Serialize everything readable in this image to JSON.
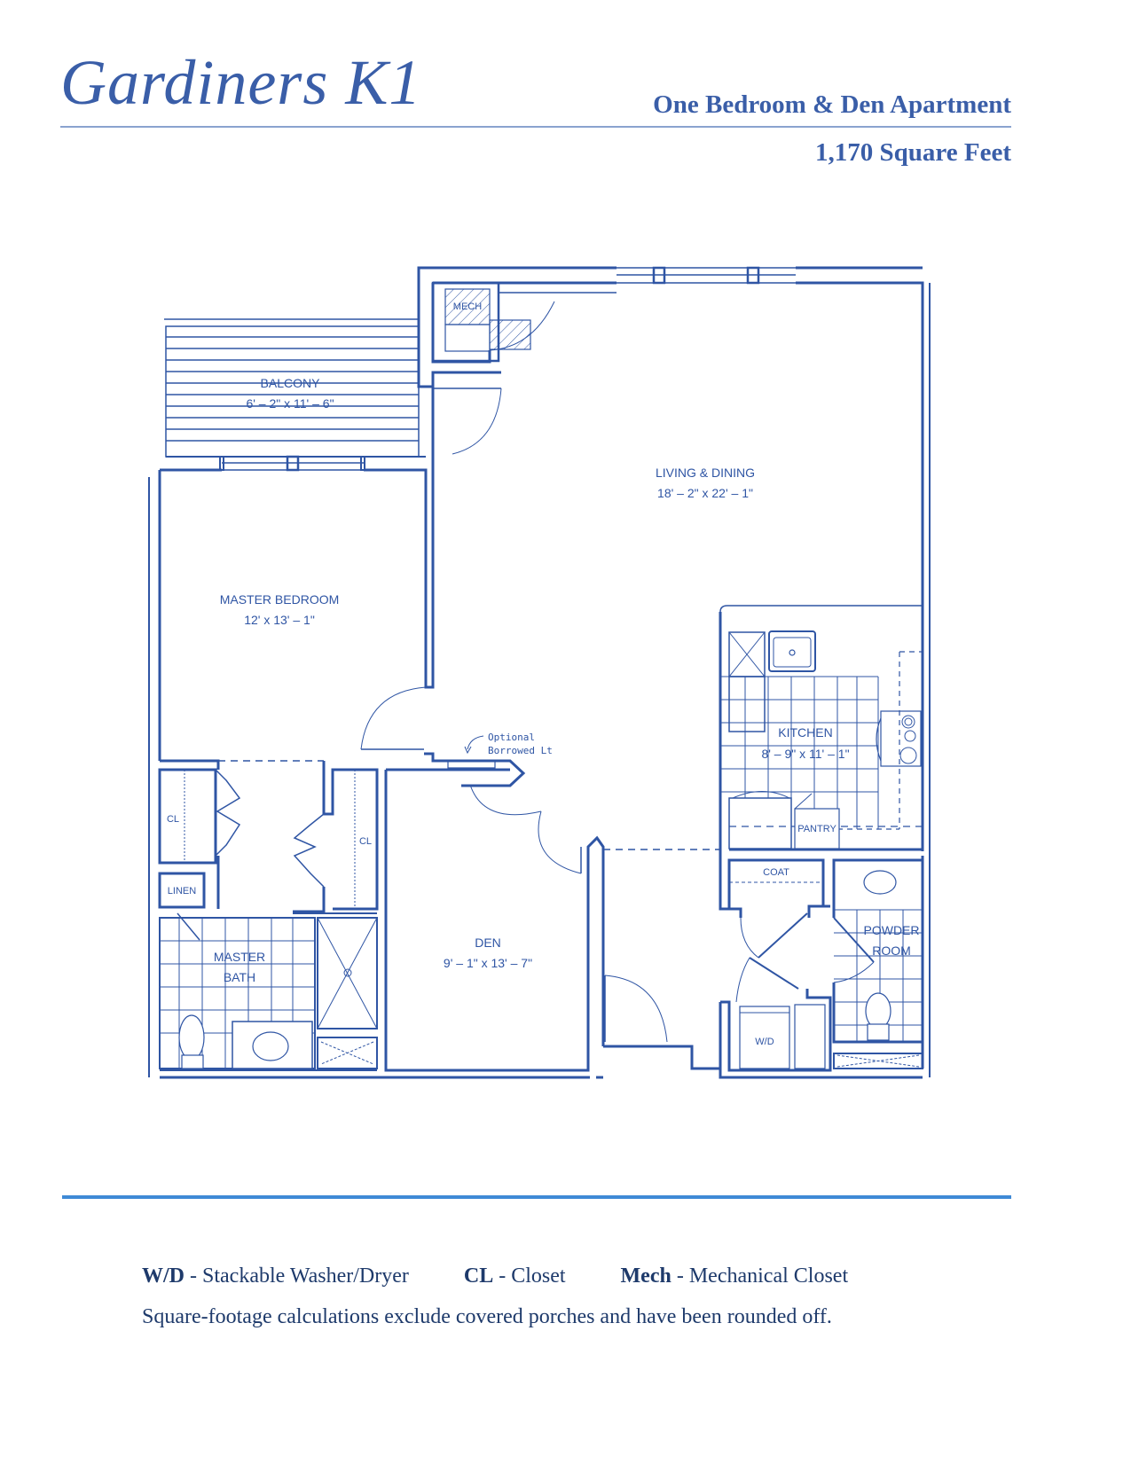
{
  "header": {
    "title": "Gardiners K1",
    "subtitle": "One Bedroom & Den Apartment",
    "square_feet": "1,170 Square Feet"
  },
  "colors": {
    "plan_line": "#2f55a4",
    "title": "#3a5ea8",
    "accent_rule": "#3f8ad6",
    "legend_text": "#1e3a6b"
  },
  "rooms": {
    "balcony": {
      "name": "BALCONY",
      "dims": "6' – 2\" x 11' – 6\""
    },
    "living": {
      "name": "LIVING & DINING",
      "dims": "18' – 2\" x 22' – 1\""
    },
    "master_bedroom": {
      "name": "MASTER BEDROOM",
      "dims": "12' x 13' – 1\""
    },
    "kitchen": {
      "name": "KITCHEN",
      "dims": "8' – 9\" x 11' – 1\""
    },
    "den": {
      "name": "DEN",
      "dims": "9' – 1\" x 13' – 7\""
    },
    "master_bath": {
      "name_line1": "MASTER",
      "name_line2": "BATH"
    },
    "powder_room": {
      "name_line1": "POWDER",
      "name_line2": "ROOM"
    }
  },
  "small_labels": {
    "mech": "MECH",
    "cl_left": "CL",
    "cl_right": "CL",
    "linen": "LINEN",
    "pantry": "PANTRY",
    "coat": "COAT",
    "wd": "W/D",
    "note_line1": "Optional",
    "note_line2": "Borrowed Lt"
  },
  "legend": {
    "items": [
      {
        "abbr": "W/D",
        "desc": " - Stackable Washer/Dryer"
      },
      {
        "abbr": "CL",
        "desc": " - Closet"
      },
      {
        "abbr": "Mech",
        "desc": " - Mechanical Closet"
      }
    ],
    "disclaimer": "Square-footage calculations exclude covered porches and have been rounded off."
  }
}
